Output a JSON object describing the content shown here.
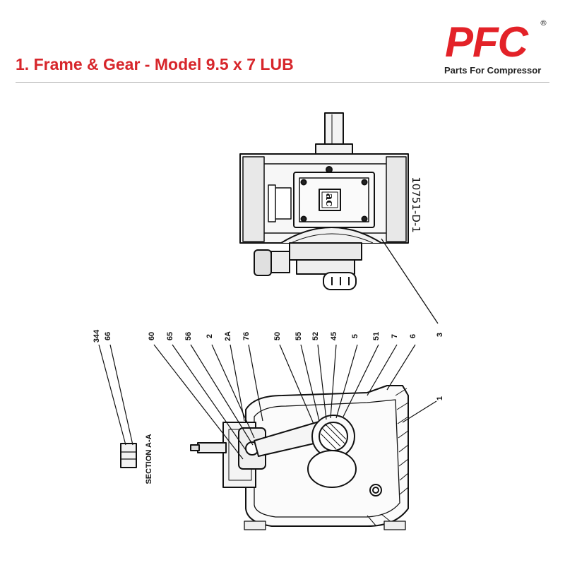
{
  "header": {
    "title": "1. Frame & Gear - Model 9.5 x 7 LUB"
  },
  "logo": {
    "letters": "PFC",
    "registered_mark": "®",
    "tagline": "Parts For Compressor"
  },
  "drawing": {
    "drawing_number": "10751-D-1",
    "section_label": "SECTION A-A",
    "nameplate_mark": "ac",
    "callouts_top": [
      "344",
      "66",
      "60",
      "65",
      "56",
      "2",
      "2A",
      "76",
      "50",
      "55",
      "52",
      "45",
      "5",
      "51",
      "7",
      "6",
      "3"
    ],
    "callout_side": "1"
  },
  "colors": {
    "title": "#d7262b",
    "logo": "#e32228",
    "rule": "#b9b9b9"
  }
}
